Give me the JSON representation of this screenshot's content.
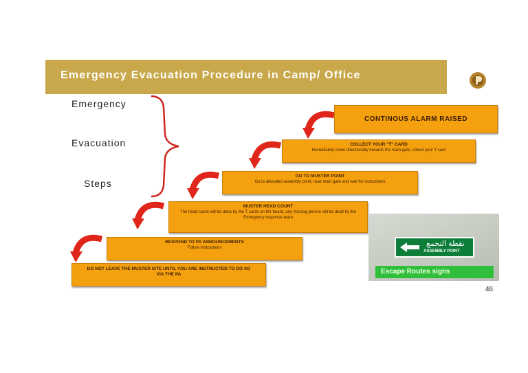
{
  "title": "Emergency Evacuation Procedure in Camp/ Office",
  "left_labels": [
    "Emergency",
    "Evacuation",
    "Steps"
  ],
  "steps": [
    {
      "title": "CONTINOUS ALARM RAISED",
      "body": ""
    },
    {
      "title": "COLLECT YOUR \"T\" CARD",
      "body": "Immediately move directionally towards the main gate, collect your T card"
    },
    {
      "title": "GO TO MUSTER POINT",
      "body": "Go to allocated assembly point, near main gate and wait for instructions"
    },
    {
      "title": "MUSTER HEAD COUNT",
      "body": "The head count will be done by the T cards on the board, any missing person will be dealt by the Emergency response team"
    },
    {
      "title": "RESPOND TO PA ANNOUNCEMENTS",
      "body": "Follow Instructions"
    },
    {
      "title": "DO NOT LEAVE THE MUSTER SITE UNTIL YOU ARE INSTRUCTED TO DO SO VIA THE PA",
      "body": ""
    }
  ],
  "photo": {
    "sign_arabic": "نقطة التجمع",
    "sign_english": "ASSEMBLY POINT",
    "caption": "Escape Routes signs"
  },
  "page_number": "46",
  "colors": {
    "title_bar": "#c8a84a",
    "step_box": "#f5a00f",
    "arrow": "#e0261a",
    "brace": "#d0261e",
    "sign": "#0d7d3a",
    "caption": "#2fbf3a"
  },
  "icons": [
    "logo-icon",
    "curved-arrow-icon",
    "brace-icon",
    "left-arrow-icon"
  ]
}
